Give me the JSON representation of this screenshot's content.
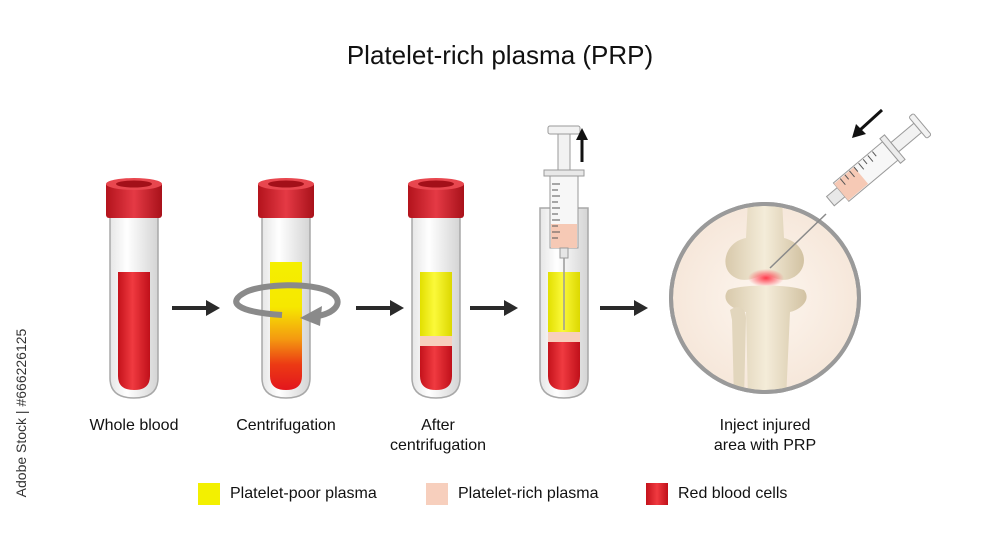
{
  "title": "Platelet-rich plasma (PRP)",
  "steps": [
    {
      "label_line1": "Whole blood",
      "label_line2": ""
    },
    {
      "label_line1": "Centrifugation",
      "label_line2": ""
    },
    {
      "label_line1": "After",
      "label_line2": "centrifugation"
    },
    {
      "label_line1": "",
      "label_line2": ""
    },
    {
      "label_line1": "Inject injured",
      "label_line2": "area with PRP"
    }
  ],
  "legend": [
    {
      "label": "Platelet-poor plasma",
      "color": "#f3f000"
    },
    {
      "label": "Platelet-rich plasma",
      "color": "#f7cfbd"
    },
    {
      "label": "Red blood cells",
      "color": "#e8202a"
    }
  ],
  "colors": {
    "cap": "#d9202e",
    "blood": "#e41e26",
    "arrow": "#2a2a2a",
    "bone": "#ece2cc"
  },
  "watermark": "Adobe Stock | #666226125"
}
